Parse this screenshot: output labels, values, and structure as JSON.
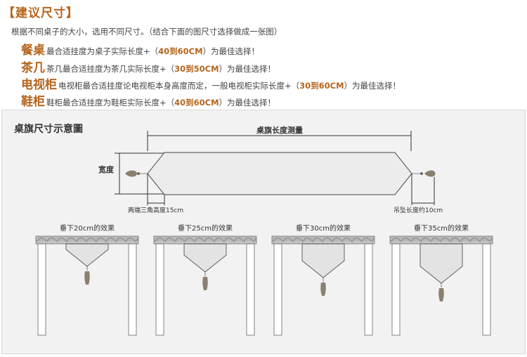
{
  "header": {
    "title": "【建议尺寸】"
  },
  "intro": "根据不同桌子的大小，选用不同尺寸。（结合下面的图尺寸选择做成一张图）",
  "recommendations": [
    {
      "name": "餐桌",
      "before": "最合适挂度为桌子实际长度+（",
      "range": "40到60CM",
      "after": "）为最佳选择！"
    },
    {
      "name": "茶几",
      "before": "茶几最合适挂度为茶几实际长度+（",
      "range": "30到50CM",
      "after": "）为最佳选择！"
    },
    {
      "name": "电视柜",
      "before": "电视柜最合适挂度论电视柜本身高度而定，一般电视柜实际长度+（",
      "range": "30到60CM",
      "after": "）为最佳选择！"
    },
    {
      "name": "鞋柜",
      "before": "鞋柜最合适挂度为鞋柜实际长度+（",
      "range": "40到60CM",
      "after": "）为最佳选择！"
    }
  ],
  "diagram": {
    "title": "桌旗尺寸示意圖",
    "length_label": "桌旗长度测量",
    "width_label": "宽度",
    "triangle_label": "两端三角高度15cm",
    "tassel_label": "吊坠长度约10cm",
    "drops": [
      {
        "label": "垂下20cm的效果",
        "cm": 20
      },
      {
        "label": "垂下25cm的效果",
        "cm": 25
      },
      {
        "label": "垂下30cm的效果",
        "cm": 30
      },
      {
        "label": "垂下35cm的效果",
        "cm": 35
      }
    ]
  },
  "colors": {
    "accent": "#b5651d",
    "runner_fill": "#ececec",
    "tassel": "#8a8070"
  }
}
